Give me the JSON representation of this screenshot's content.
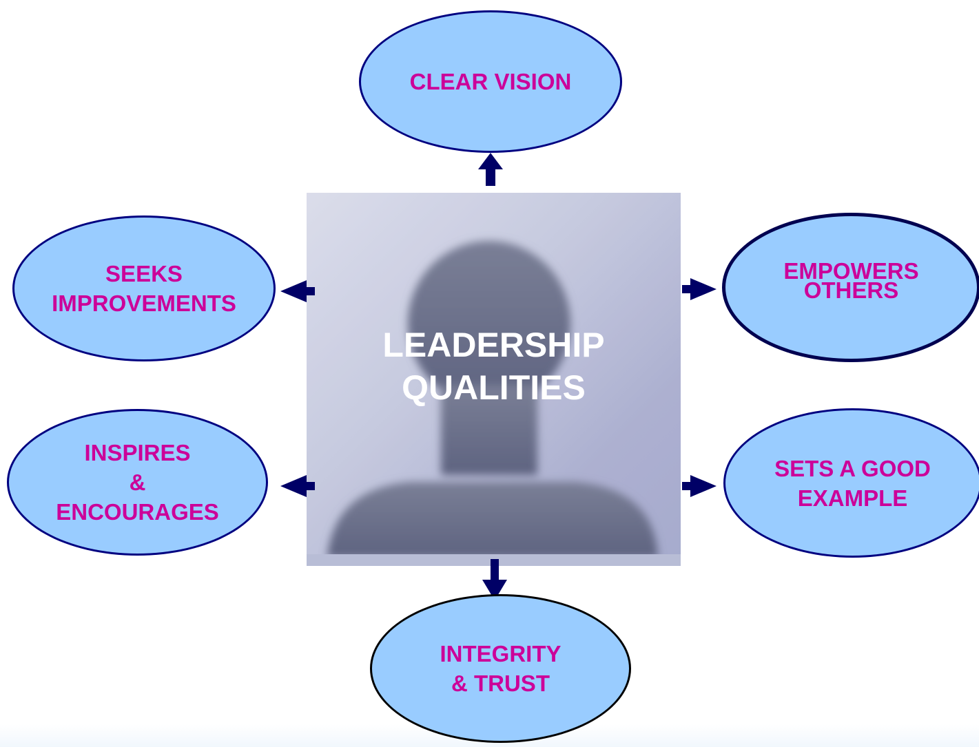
{
  "diagram": {
    "center": "LEADERSHIP\nQUALITIES",
    "qualities": {
      "top": "CLEAR VISION",
      "upper_left": "SEEKS\nIMPROVEMENTS",
      "upper_right": "EMPOWERS\nOTHERS",
      "lower_left": "INSPIRES\n&\nENCOURAGES",
      "lower_right": "SETS A GOOD\nEXAMPLE",
      "bottom": "INTEGRITY\n& TRUST"
    }
  },
  "colors": {
    "bubble_fill": "#99ccff",
    "bubble_outline": "#000080",
    "label_text": "#cc0099",
    "center_text": "#ffffff",
    "arrow": "#000066"
  },
  "icons": {
    "center_image": "person-silhouette-photo"
  }
}
